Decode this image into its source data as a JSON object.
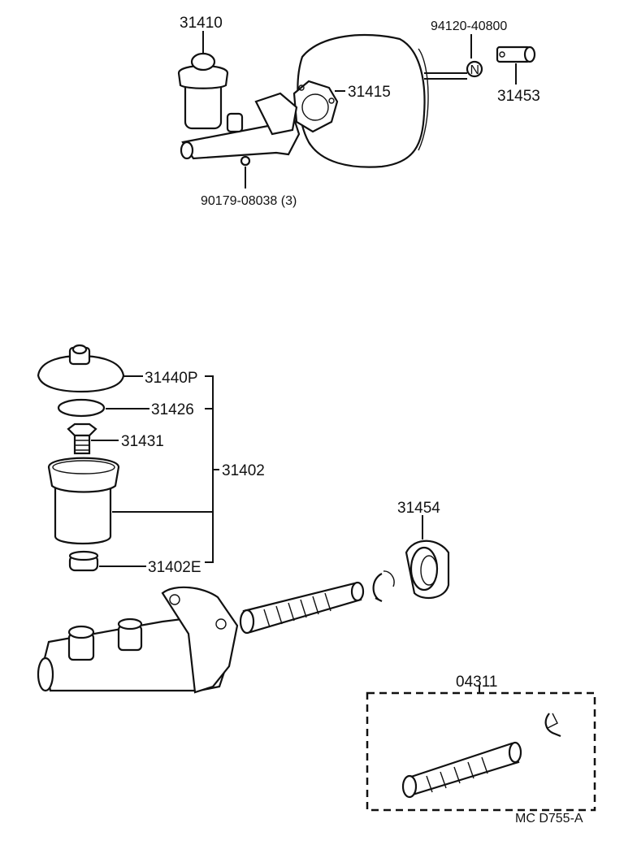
{
  "labels": {
    "p31410": "31410",
    "p94120": "94120-40800",
    "p31415": "31415",
    "p31453": "31453",
    "p90179": "90179-08038 (3)",
    "p31440p": "31440P",
    "p31426": "31426",
    "p31431": "31431",
    "p31402": "31402",
    "p31402e": "31402E",
    "p31454": "31454",
    "p04311": "04311",
    "nut_mark": "N",
    "ref_code": "MC  D755-A"
  }
}
